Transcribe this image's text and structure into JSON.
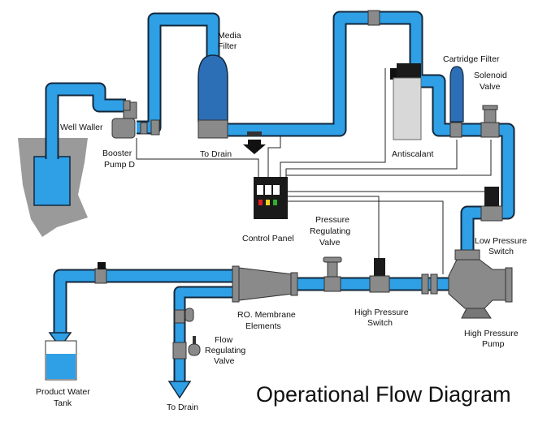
{
  "title": "Operational Flow Diagram",
  "labels": {
    "media_filter": [
      "Media",
      "Filter"
    ],
    "well_waller": "Well Waller",
    "booster_pump": [
      "Booster",
      "Pump D"
    ],
    "to_drain_top": "To Drain",
    "cartridge_filter": "Cartridge Filter",
    "solenoid_valve": [
      "Solenoid",
      "Valve"
    ],
    "antiscalant": "Antiscalant",
    "control_panel": "Control Panel",
    "pressure_regulating_valve": [
      "Pressure",
      "Regulating",
      "Valve"
    ],
    "low_pressure_switch": [
      "Low Pressure",
      "Switch"
    ],
    "high_pressure_switch": [
      "High Pressure",
      "Switch"
    ],
    "ro_membrane": [
      "RO. Membrane",
      "Elements"
    ],
    "high_pressure_pump": [
      "High Pressure",
      "Pump"
    ],
    "flow_regulating_valve": [
      "Flow",
      "Regulating",
      "Valve"
    ],
    "product_water_tank": [
      "Product Water",
      "Tank"
    ],
    "to_drain_bottom": "To Drain"
  },
  "colors": {
    "pipe": "#2f9fe6",
    "pipe_outline": "#12283c",
    "component_gray": "#8a8a8a",
    "dark_gray": "#333333",
    "ground": "#9a9a9a",
    "filter_blue": "#2d6fb6",
    "panel": "#1a1a1a",
    "indicator_red": "#e02020",
    "indicator_yellow": "#f0d020",
    "indicator_green": "#30b030"
  }
}
